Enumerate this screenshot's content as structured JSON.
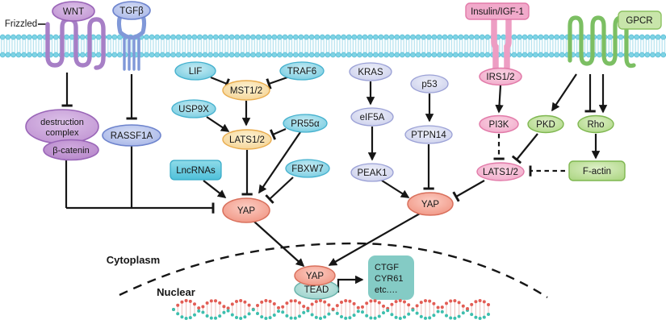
{
  "figure": {
    "cytoplasm_label": "Cytoplasm",
    "nuclear_label": "Nuclear"
  },
  "membrane_receptors": {
    "frizzled": "Frizzled",
    "wnt": "WNT",
    "tgfb": "TGFβ",
    "insulin_igf1": "Insulin/IGF-1",
    "gpcr": "GPCR"
  },
  "nodes": {
    "destruction_complex": {
      "line1": "destruction",
      "line2": "complex"
    },
    "beta_catenin": "β-catenin",
    "rassf1a": "RASSF1A",
    "lif": "LIF",
    "traf6": "TRAF6",
    "mst12": "MST1/2",
    "usp9x": "USP9X",
    "pr55a": "PR55α",
    "lats12": "LATS1/2",
    "fbxw7": "FBXW7",
    "lncrnas": "LncRNAs",
    "yap_left": "YAP",
    "kras": "KRAS",
    "eif5a": "eIF5A",
    "peak1": "PEAK1",
    "p53": "p53",
    "ptpn14": "PTPN14",
    "yap_mid": "YAP",
    "irs12": "IRS1/2",
    "pi3k": "PI3K",
    "lats12_right": "LATS1/2",
    "pkd": "PKD",
    "rho": "Rho",
    "f_actin": "F-actin",
    "yap_nuclear": "YAP",
    "tead": "TEAD",
    "target_genes": {
      "line1": "CTGF",
      "line2": "CYR61",
      "line3": "etc.…"
    }
  },
  "edges": [
    {
      "from": "WNT/Frizzled",
      "to": "destruction complex",
      "effect": "inhibits",
      "style": "solid"
    },
    {
      "from": "TGFβ",
      "to": "RASSF1A",
      "effect": "inhibits",
      "style": "solid"
    },
    {
      "from": "β-catenin / destruction complex",
      "to": "YAP",
      "effect": "inhibits",
      "style": "solid"
    },
    {
      "from": "RASSF1A",
      "to": "YAP",
      "effect": "inhibits",
      "style": "solid"
    },
    {
      "from": "LIF",
      "to": "MST1/2",
      "effect": "inhibits",
      "style": "solid"
    },
    {
      "from": "TRAF6",
      "to": "MST1/2",
      "effect": "inhibits",
      "style": "solid"
    },
    {
      "from": "MST1/2",
      "to": "LATS1/2",
      "effect": "activates",
      "style": "solid"
    },
    {
      "from": "USP9X",
      "to": "LATS1/2",
      "effect": "activates",
      "style": "solid"
    },
    {
      "from": "PR55α",
      "to": "LATS1/2",
      "effect": "inhibits",
      "style": "solid"
    },
    {
      "from": "PR55α",
      "to": "YAP",
      "effect": "activates",
      "style": "solid"
    },
    {
      "from": "LATS1/2",
      "to": "YAP",
      "effect": "inhibits",
      "style": "solid"
    },
    {
      "from": "FBXW7",
      "to": "YAP",
      "effect": "inhibits",
      "style": "solid"
    },
    {
      "from": "LncRNAs",
      "to": "YAP",
      "effect": "activates",
      "style": "solid"
    },
    {
      "from": "KRAS",
      "to": "eIF5A",
      "effect": "activates",
      "style": "solid"
    },
    {
      "from": "eIF5A",
      "to": "PEAK1",
      "effect": "activates",
      "style": "solid"
    },
    {
      "from": "PEAK1",
      "to": "YAP",
      "effect": "activates",
      "style": "solid"
    },
    {
      "from": "p53",
      "to": "PTPN14",
      "effect": "activates",
      "style": "solid"
    },
    {
      "from": "PTPN14",
      "to": "YAP",
      "effect": "inhibits",
      "style": "solid"
    },
    {
      "from": "IRS1/2",
      "to": "PI3K",
      "effect": "activates",
      "style": "solid"
    },
    {
      "from": "PI3K",
      "to": "LATS1/2",
      "effect": "inhibits",
      "style": "dashed"
    },
    {
      "from": "PKD",
      "to": "LATS1/2",
      "effect": "inhibits",
      "style": "solid"
    },
    {
      "from": "GPCR",
      "to": "PKD",
      "effect": "activates",
      "style": "solid"
    },
    {
      "from": "GPCR",
      "to": "Rho",
      "effect": "inhibits",
      "style": "solid"
    },
    {
      "from": "GPCR",
      "to": "Rho",
      "effect": "activates",
      "style": "solid"
    },
    {
      "from": "Rho",
      "to": "F-actin",
      "effect": "activates",
      "style": "solid"
    },
    {
      "from": "F-actin",
      "to": "LATS1/2",
      "effect": "inhibits",
      "style": "dashed"
    },
    {
      "from": "LATS1/2 (right)",
      "to": "YAP",
      "effect": "inhibits",
      "style": "solid"
    },
    {
      "from": "YAP (cytoplasm)",
      "to": "YAP/TEAD (nucleus)",
      "effect": "activates",
      "style": "solid"
    },
    {
      "from": "YAP/TEAD",
      "to": "CTGF, CYR61, etc.",
      "effect": "activates",
      "style": "solid"
    }
  ],
  "colors": {
    "membrane": "#7fd3e4",
    "purple_node": "#bd8fd0",
    "blue_node": "#a3b2e6",
    "cyan_node": "#6fc8de",
    "orange_node": "#f4cf8b",
    "lavender_node": "#c9cdea",
    "salmon_node": "#ef8f7c",
    "pink_node": "#f0a6c8",
    "green_node": "#abd581",
    "teal_node": "#93cfc8",
    "dna_red": "#e25d55",
    "dna_teal": "#3dbfae"
  }
}
